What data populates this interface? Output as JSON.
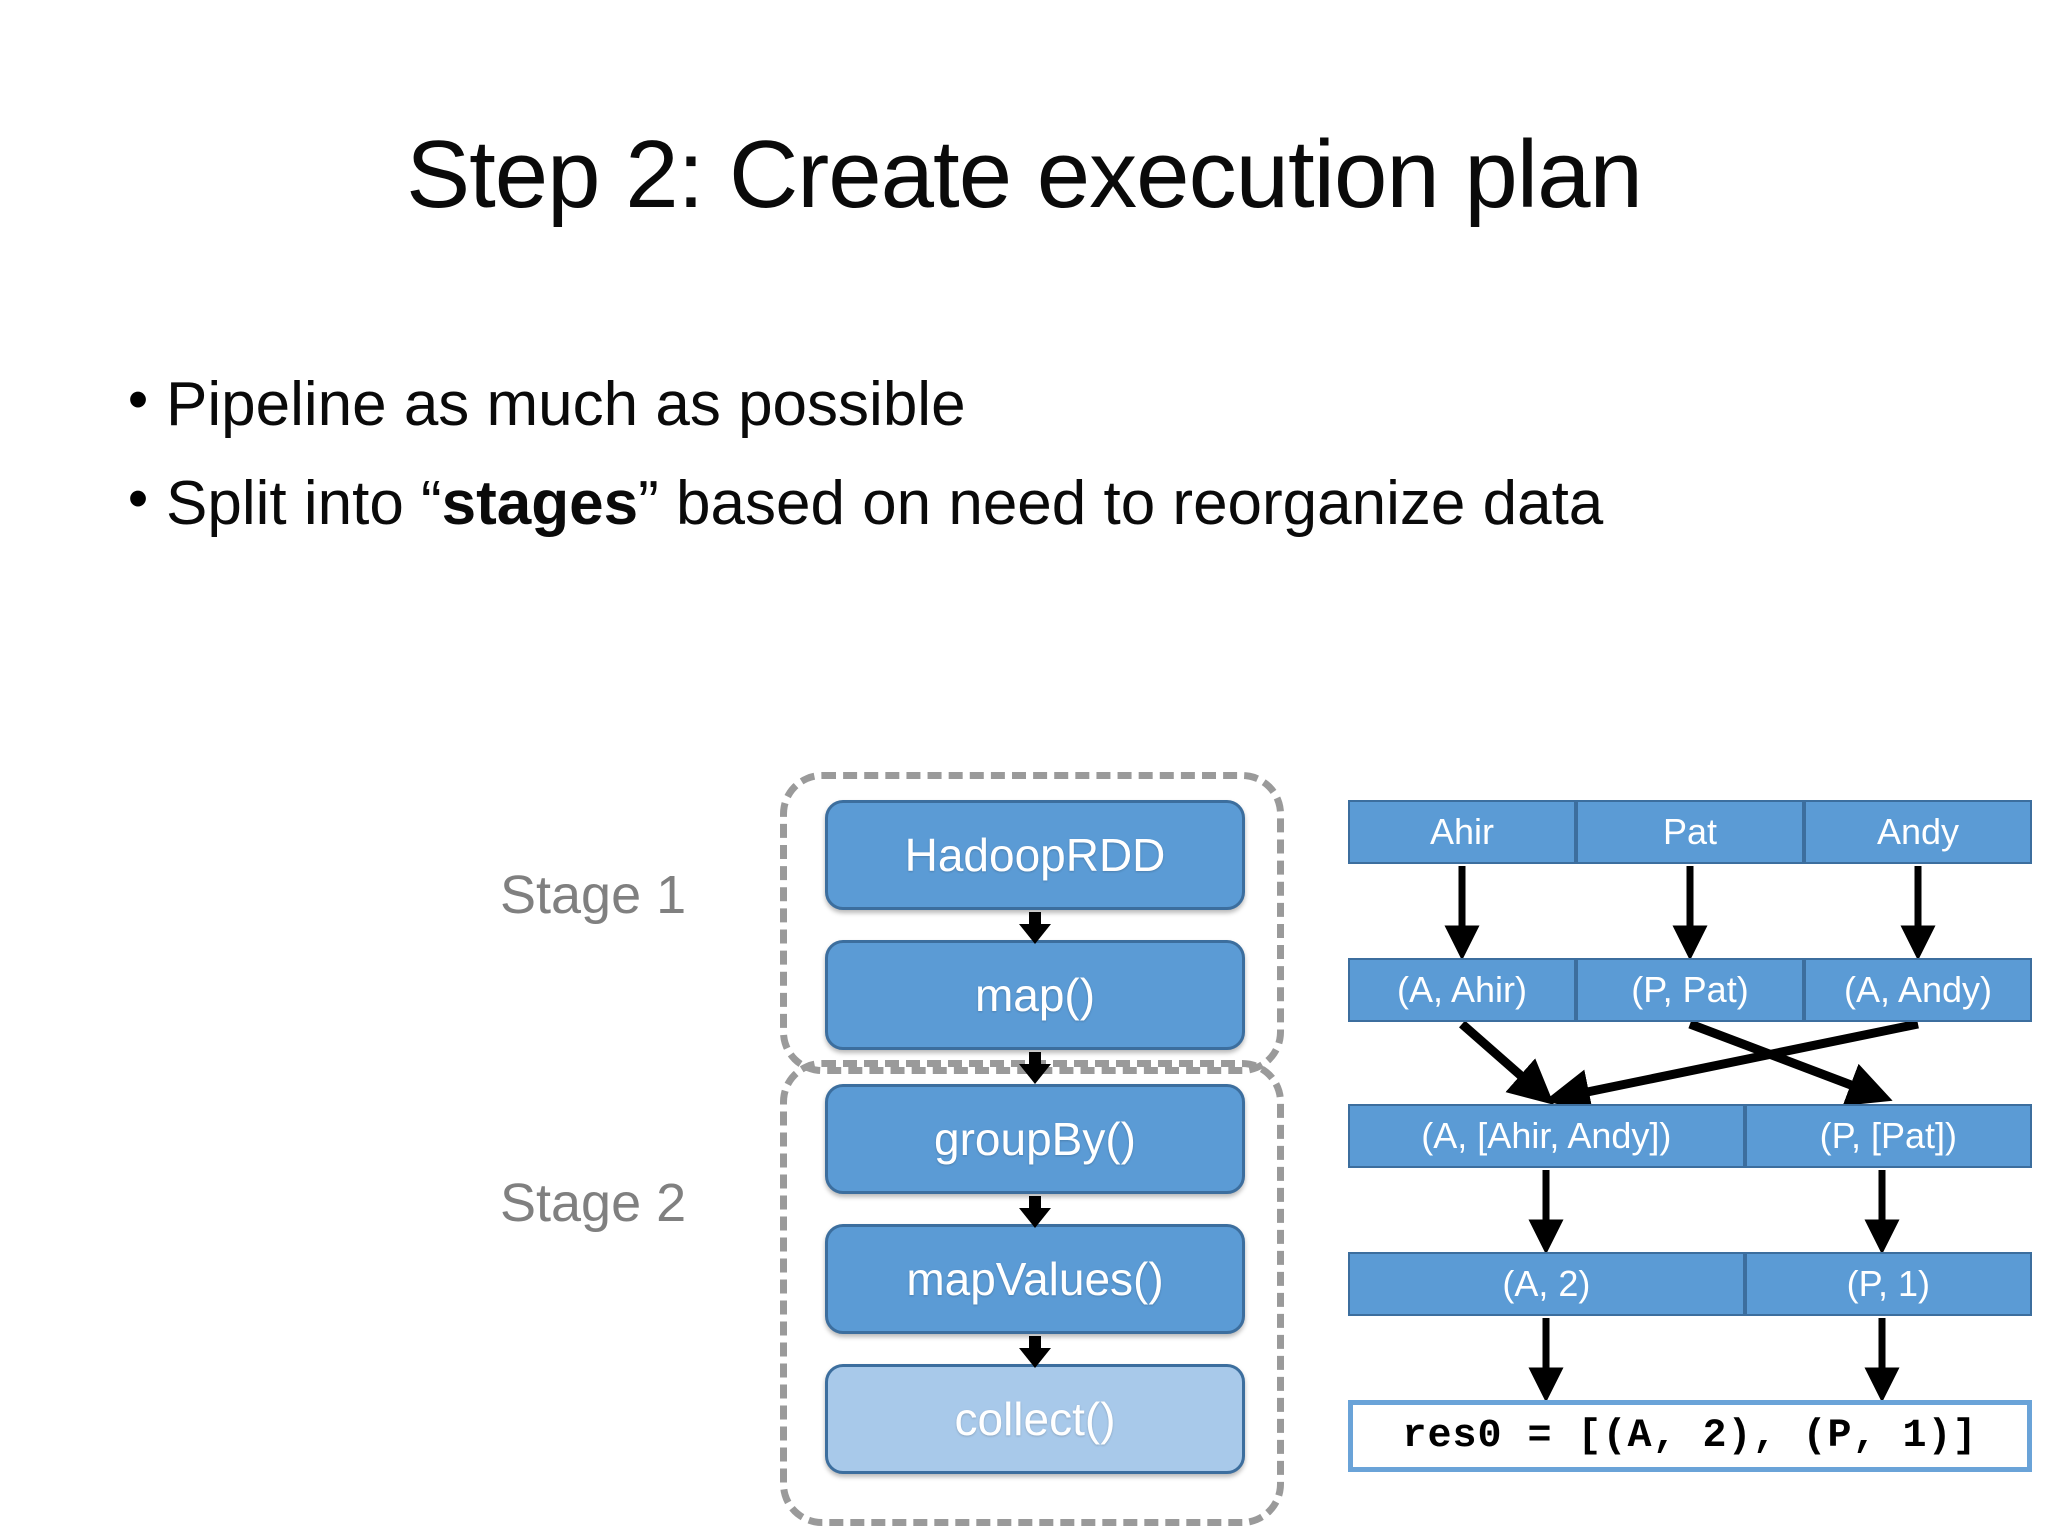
{
  "slide": {
    "title": "Step 2: Create execution plan",
    "bullets": [
      {
        "marker": "•",
        "text": "Pipeline as much as possible",
        "bold_segment": null
      },
      {
        "marker": "•",
        "text_before": "Split into “",
        "bold_segment": "stages",
        "text_after": "” based on need to reorganize data"
      }
    ]
  },
  "colors": {
    "box_blue": "#5b9bd5",
    "box_blue_border": "#3c6e9e",
    "box_light_blue": "#a8c9ea",
    "stage_dash_gray": "#9a9a9a",
    "stage_label_gray": "#808080",
    "result_border": "#6aa3d8",
    "arrow_black": "#000000",
    "background": "#ffffff"
  },
  "stage_panel": {
    "stage_1": {
      "label": "Stage 1",
      "operations": [
        {
          "id": "hadooprdd",
          "label": "HadoopRDD",
          "style": "solid"
        },
        {
          "id": "map",
          "label": "map()",
          "style": "solid"
        }
      ]
    },
    "stage_2": {
      "label": "Stage 2",
      "operations": [
        {
          "id": "groupby",
          "label": "groupBy()",
          "style": "solid"
        },
        {
          "id": "mapvalues",
          "label": "mapValues()",
          "style": "solid"
        },
        {
          "id": "collect",
          "label": "collect()",
          "style": "light"
        }
      ]
    },
    "arrows": [
      {
        "from": "hadooprdd",
        "to": "map"
      },
      {
        "from": "map",
        "to": "groupby"
      },
      {
        "from": "groupby",
        "to": "mapvalues"
      },
      {
        "from": "mapvalues",
        "to": "collect"
      }
    ]
  },
  "data_panel": {
    "rows": [
      {
        "id": "row-input",
        "layout": "thirds",
        "cells": [
          "Ahir",
          "Pat",
          "Andy"
        ]
      },
      {
        "id": "row-mapped",
        "layout": "thirds",
        "cells": [
          "(A, Ahir)",
          "(P, Pat)",
          "(A, Andy)"
        ]
      },
      {
        "id": "row-grouped",
        "layout": "pair",
        "cells": [
          "(A, [Ahir, Andy])",
          "(P, [Pat])"
        ]
      },
      {
        "id": "row-counted",
        "layout": "pair",
        "cells": [
          "(A, 2)",
          "(P, 1)"
        ]
      }
    ],
    "result": "res0 = [(A, 2), (P, 1)]",
    "arrow_flows": [
      {
        "from": "Ahir",
        "to": "(A, Ahir)",
        "kind": "straight"
      },
      {
        "from": "Pat",
        "to": "(P, Pat)",
        "kind": "straight"
      },
      {
        "from": "Andy",
        "to": "(A, Andy)",
        "kind": "straight"
      },
      {
        "from": "(A, Ahir)",
        "to": "(A, [Ahir, Andy])",
        "kind": "diagonal"
      },
      {
        "from": "(A, Andy)",
        "to": "(A, [Ahir, Andy])",
        "kind": "diagonal-cross"
      },
      {
        "from": "(P, Pat)",
        "to": "(P, [Pat])",
        "kind": "diagonal-cross"
      },
      {
        "from": "(A, [Ahir, Andy])",
        "to": "(A, 2)",
        "kind": "straight"
      },
      {
        "from": "(P, [Pat])",
        "to": "(P, 1)",
        "kind": "straight"
      },
      {
        "from": "(A, 2)",
        "to": "result",
        "kind": "straight"
      },
      {
        "from": "(P, 1)",
        "to": "result",
        "kind": "straight"
      }
    ]
  }
}
